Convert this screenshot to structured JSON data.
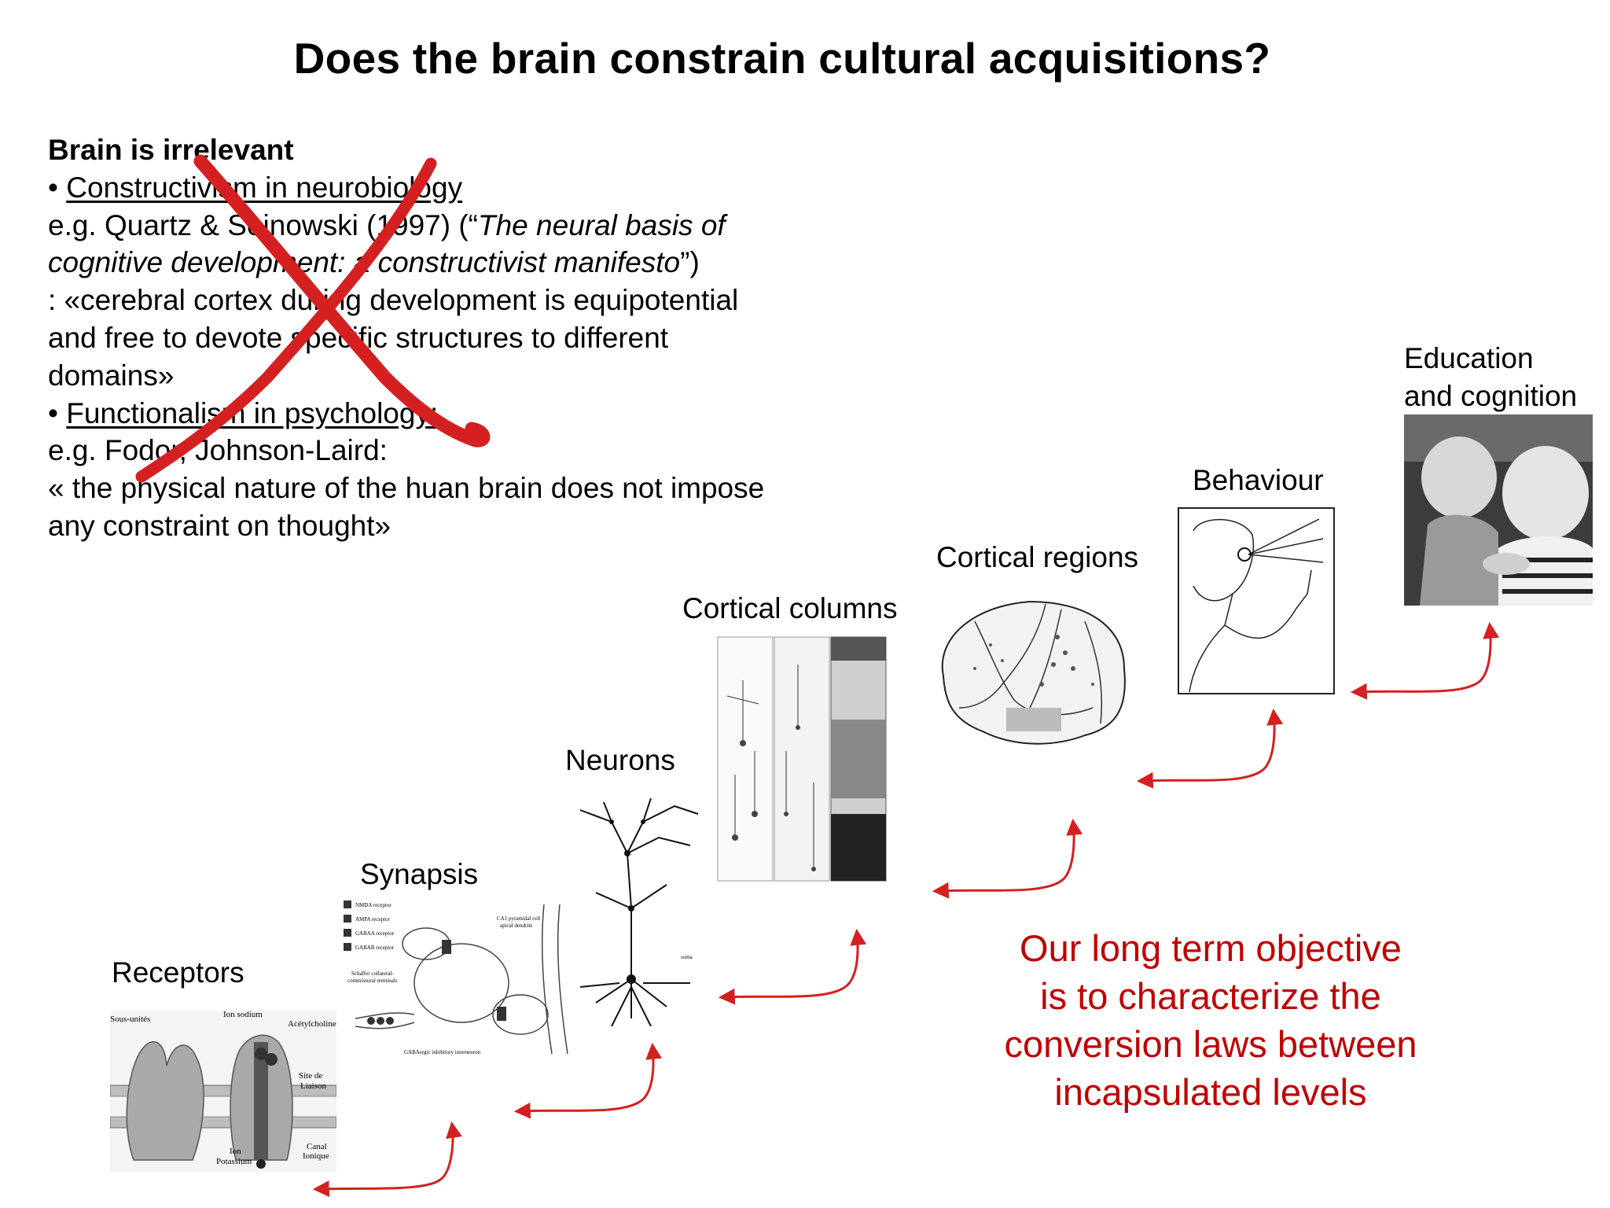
{
  "title": "Does the brain constrain cultural acquisitions?",
  "left_block": {
    "heading": "Brain is irrelevant",
    "bullet": "•",
    "item1_title": "Constructivism in neurobiology",
    "item1_ref_prefix": "e.g. Quartz & Sejnowski (1997) (“",
    "item1_book_a": "The neural basis of",
    "item1_book_b": "cognitive development: a constructivist manifesto",
    "item1_ref_suffix": "”)",
    "item1_quote_1": ": «cerebral cortex during development is equipotential",
    "item1_quote_2": "and free to devote specific structures to different",
    "item1_quote_3": "domains»",
    "item2_title": "Functionalism in psychology:",
    "item2_ref": "e.g. Fodor, Johnson-Laird:",
    "item2_quote_1": "« the physical nature of the huan brain does not impose",
    "item2_quote_2": "any constraint on thought»"
  },
  "levels": {
    "receptors": "Receptors",
    "synapsis": "Synapsis",
    "neurons": "Neurons",
    "columns": "Cortical columns",
    "regions": "Cortical regions",
    "behaviour": "Behaviour",
    "education_1": "Education",
    "education_2": "and cognition"
  },
  "figure_labels": {
    "receptor_subunits": "Sous-unités",
    "receptor_sodium": "Ion sodium",
    "receptor_acetylcholine": "Acétylcholine",
    "receptor_site_1": "Site de",
    "receptor_site_2": "Liaison",
    "receptor_ion_1": "Ion",
    "receptor_ion_2": "Potassium",
    "receptor_channel_1": "Canal",
    "receptor_channel_2": "Ionique",
    "syn_nmda": "NMDA receptor",
    "syn_ampa": "AMPA receptor",
    "syn_gabaa": "GABAA receptor",
    "syn_gabab": "GABAB receptor",
    "syn_ca1_1": "CA1 pyramidal cell",
    "syn_ca1_2": "apical dendrite",
    "syn_schaffer_1": "Schaffer collateral-",
    "syn_schaffer_2": "commissural terminals",
    "syn_interneuron": "GABAergic inhibitory interneuron",
    "neuron_soma": "soma"
  },
  "objective": {
    "line1": "Our long term objective",
    "line2": "is to characterize the",
    "line3": "conversion laws between",
    "line4": "incapsulated levels"
  },
  "colors": {
    "accent": "#c00000",
    "cross": "#d42020",
    "text": "#000000"
  },
  "icons": [
    "cross-mark-icon",
    "double-headed-arrow-icon"
  ]
}
